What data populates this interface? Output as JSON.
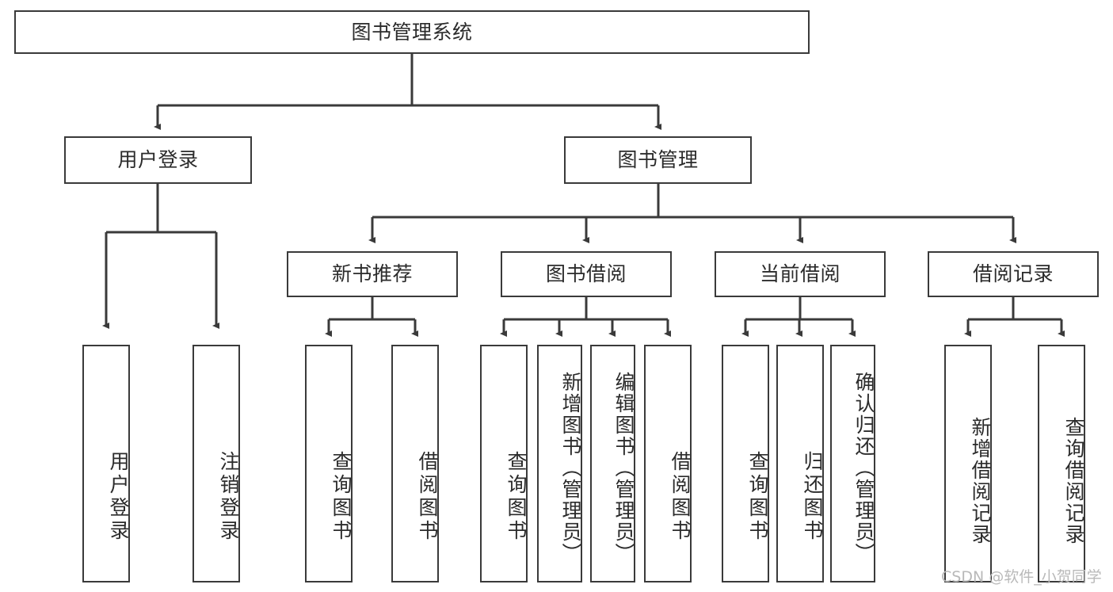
{
  "diagram": {
    "title": "图书管理系统",
    "watermark": "CSDN @软件_小贺同学",
    "colors": {
      "stroke": "#3a3a3a",
      "fill": "#ffffff",
      "text": "#2b2b2b",
      "watermark": "#b9b9b9",
      "background": "#ffffff"
    },
    "nodes": {
      "root": {
        "label": "图书管理系统"
      },
      "user_login": {
        "label": "用户登录"
      },
      "book_manage": {
        "label": "图书管理"
      },
      "new_book_rec": {
        "label": "新书推荐"
      },
      "book_borrow": {
        "label": "图书借阅"
      },
      "current_borrow": {
        "label": "当前借阅"
      },
      "borrow_record": {
        "label": "借阅记录"
      },
      "leaf_user_login": {
        "label": "用户登录"
      },
      "leaf_logout": {
        "label": "注销登录"
      },
      "leaf_query_book_1": {
        "label": "查询图书"
      },
      "leaf_borrow_book_1": {
        "label": "借阅图书"
      },
      "leaf_query_book_2": {
        "label": "查询图书"
      },
      "leaf_add_book": {
        "label": "新增图书（管理员）"
      },
      "leaf_edit_book": {
        "label": "编辑图书（管理员）"
      },
      "leaf_borrow_book_2": {
        "label": "借阅图书"
      },
      "leaf_query_book_3": {
        "label": "查询图书"
      },
      "leaf_return_book": {
        "label": "归还图书"
      },
      "leaf_confirm_return": {
        "label": "确认归还（管理员）"
      },
      "leaf_add_record": {
        "label": "新增借阅记录"
      },
      "leaf_query_record": {
        "label": "查询借阅记录"
      }
    }
  }
}
